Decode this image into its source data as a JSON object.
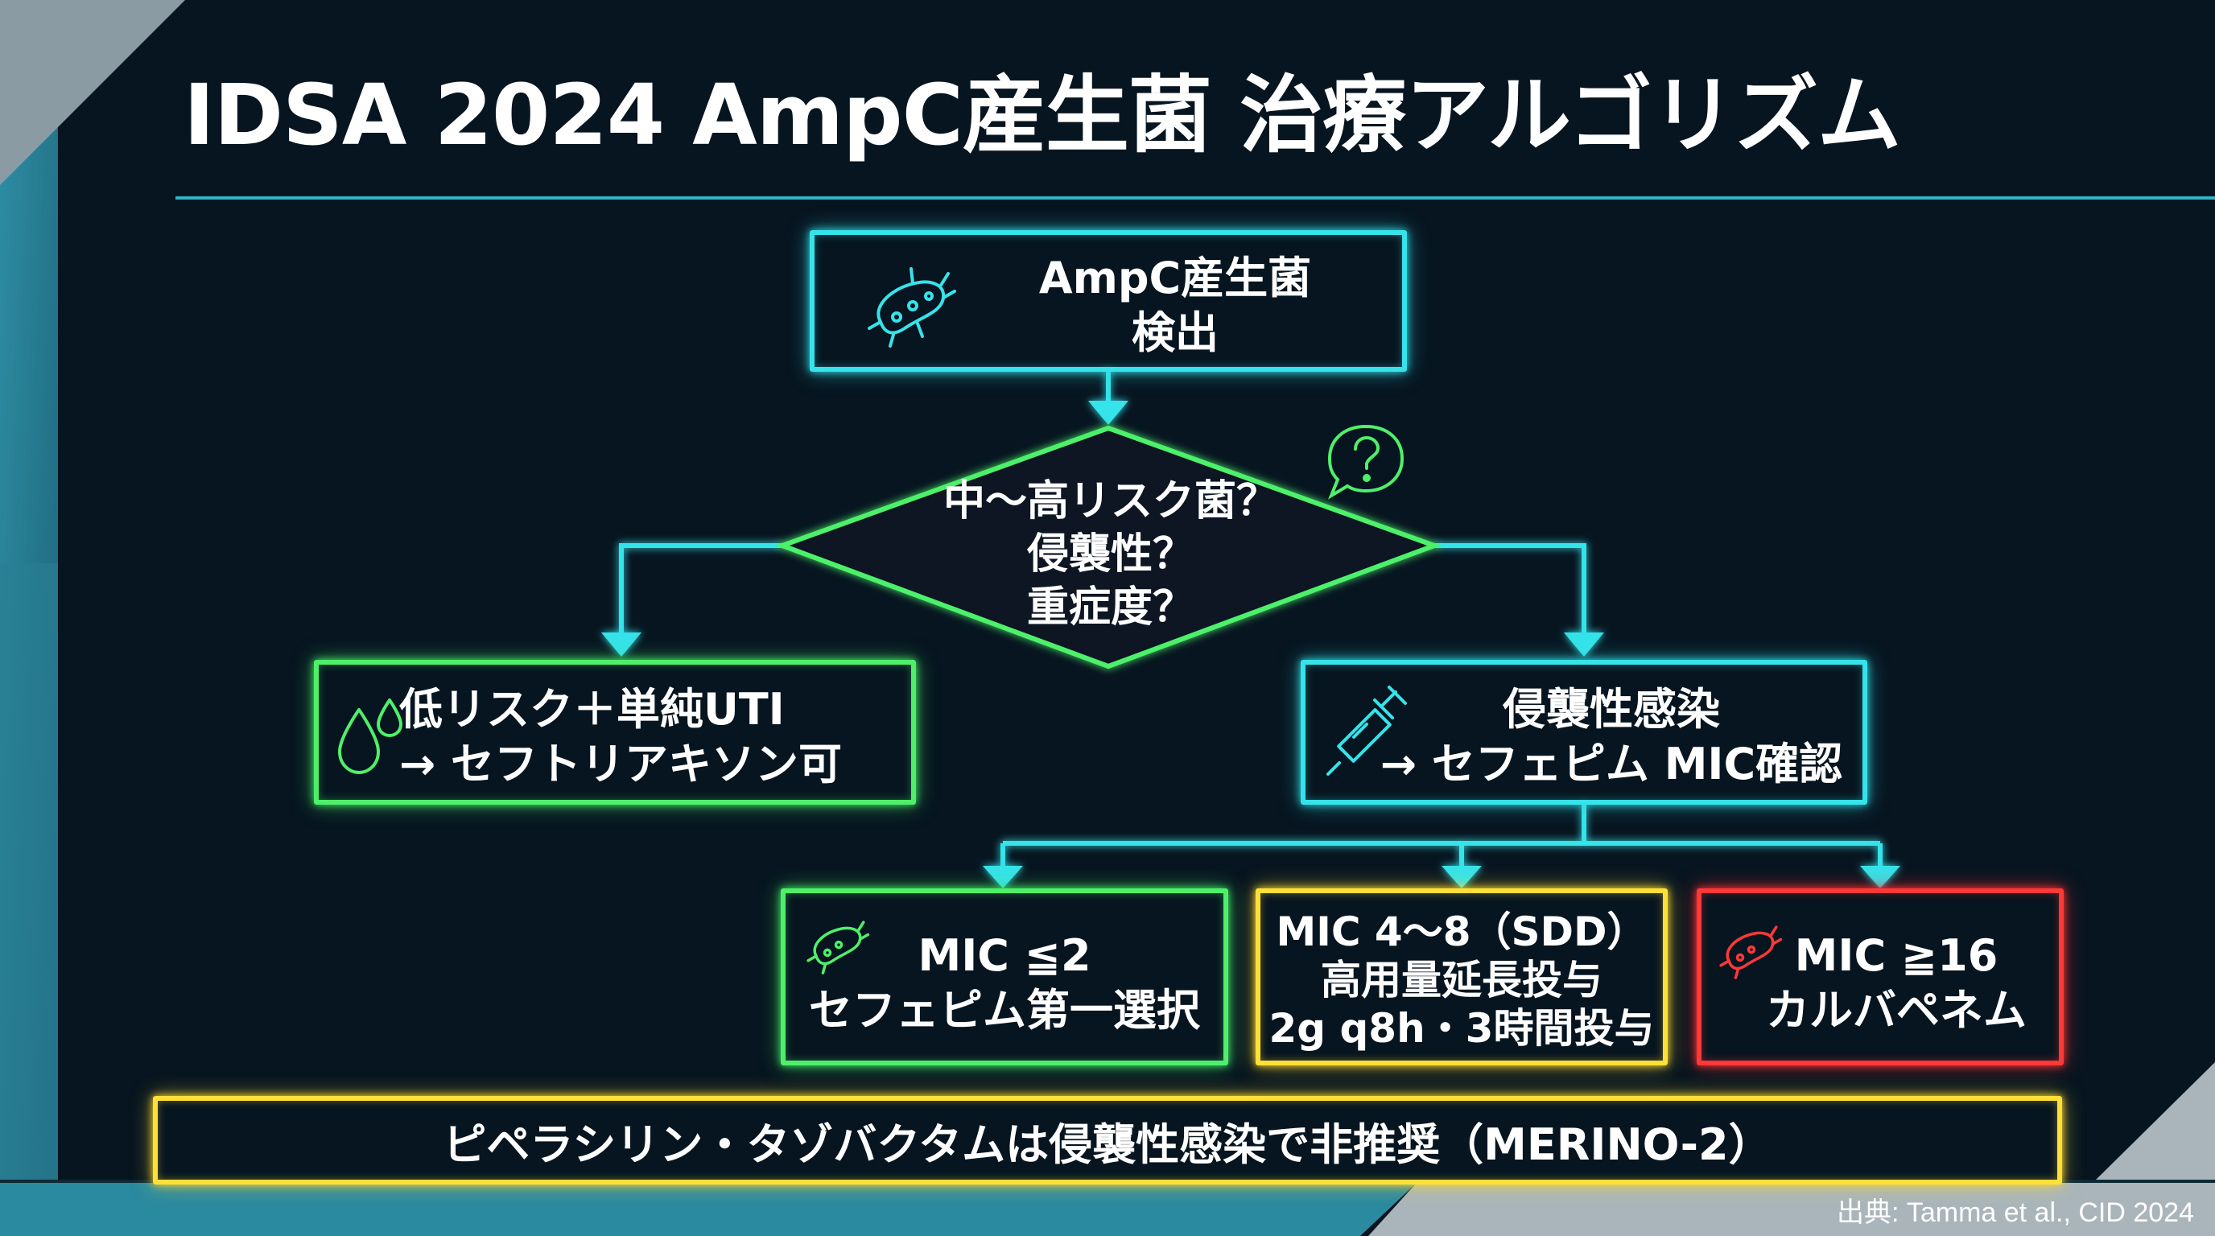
{
  "title": "IDSA 2024 AmpC産生菌 治療アルゴリズム",
  "nodes": {
    "start": {
      "lines": [
        "AmpC産生菌",
        "検出"
      ]
    },
    "decision": {
      "lines": [
        "中〜高リスク菌？",
        "侵襲性？",
        "重症度？"
      ]
    },
    "low_risk": {
      "lines": [
        "低リスク＋単純UTI",
        "→ セフトリアキソン可"
      ]
    },
    "invasive": {
      "lines": [
        "侵襲性感染",
        "→ セフェピム MIC確認"
      ]
    },
    "mic_low": {
      "lines": [
        "MIC ≦2",
        "セフェピム第一選択"
      ]
    },
    "mic_mid": {
      "lines": [
        "MIC 4〜8（SDD）",
        "高用量延長投与",
        "2g q8h・3時間投与"
      ]
    },
    "mic_high": {
      "lines": [
        "MIC ≧16",
        "カルバペネム"
      ]
    }
  },
  "note": "ピペラシリン・タゾバクタムは侵襲性感染で非推奨（MERINO-2）",
  "source": "出典: Tamma et al., CID 2024",
  "icons": {
    "start": "bacteria-icon",
    "decision": "question-bubble-icon",
    "low_risk": "droplets-icon",
    "invasive": "syringe-icon",
    "mic_low": "bacteria-icon",
    "mic_high": "bacteria-icon"
  },
  "colors": {
    "background": "#071520",
    "cyan": "#36e3ea",
    "green": "#4ef06a",
    "yellow": "#ffe038",
    "red": "#ff3838",
    "accent_teal": "#2a8aa0"
  }
}
